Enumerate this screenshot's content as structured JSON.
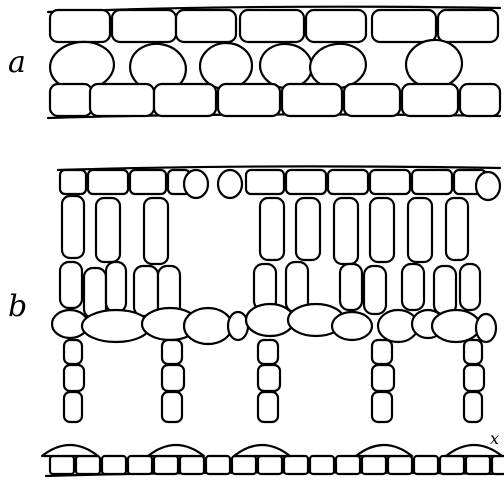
{
  "figure": {
    "label_a": "a",
    "label_b": "b",
    "label_side": "x",
    "colors": {
      "ink": "#000000",
      "paper": "#ffffff"
    }
  }
}
